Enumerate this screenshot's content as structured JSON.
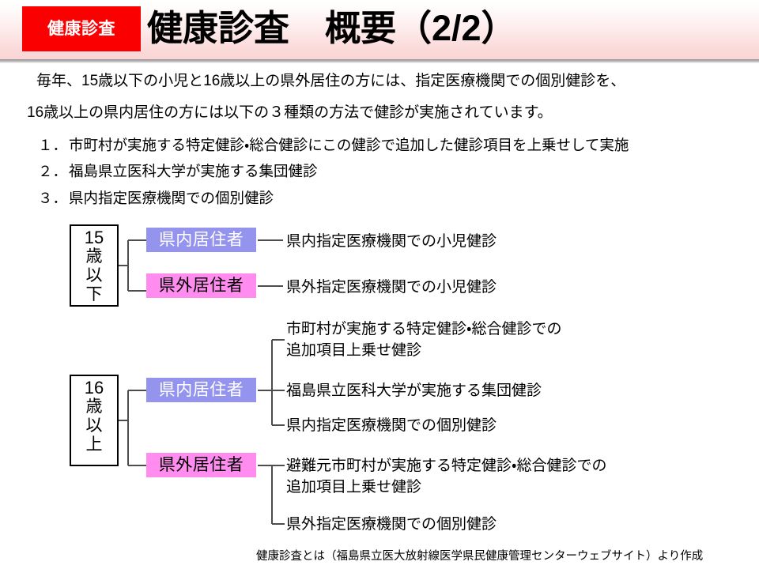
{
  "header": {
    "badge_label": "健康診査",
    "title": "健康診査　概要（2/2）",
    "badge_color": "#fb0000",
    "band_color": "#fad6d6"
  },
  "intro": {
    "line1": "毎年、15歳以下の小児と16歳以上の県外居住の方には、指定医療機関での個別健診を、",
    "line2": "16歳以上の県内居住の方には以下の３種類の方法で健診が実施されています。"
  },
  "methods": [
    {
      "number": "１．",
      "text": "市町村が実施する特定健診・総合健診にこの健診で追加した健診項目を上乗せして実施"
    },
    {
      "number": "２．",
      "text": "福島県立医科大学が実施する集団健診"
    },
    {
      "number": "３．",
      "text": "県内指定医療機関での個別健診"
    }
  ],
  "diagram": {
    "group_under15": {
      "age_number": "15",
      "age_chars": [
        "歳",
        "以",
        "下"
      ],
      "branches": [
        {
          "chip": "県内居住者",
          "chip_color": "#9494ef",
          "text": "県内指定医療機関での小児健診"
        },
        {
          "chip": "県外居住者",
          "chip_color": "#ff8cee",
          "text": "県外指定医療機関での小児健診"
        }
      ]
    },
    "group_over16": {
      "age_number": "16",
      "age_chars": [
        "歳",
        "以",
        "上"
      ],
      "branches": [
        {
          "chip": "県内居住者",
          "chip_color": "#9494ef",
          "items": [
            {
              "line1": "市町村が実施する特定健診・総合健診での",
              "line2": "追加項目上乗せ健診"
            },
            {
              "line1": "福島県立医科大学が実施する集団健診",
              "line2": ""
            },
            {
              "line1": "県内指定医療機関での個別健診",
              "line2": ""
            }
          ]
        },
        {
          "chip": "県外居住者",
          "chip_color": "#ff8cee",
          "items": [
            {
              "line1": "避難元市町村が実施する特定健診・総合健診での",
              "line2": "追加項目上乗せ健診"
            },
            {
              "line1": "県外指定医療機関での個別健診",
              "line2": ""
            }
          ]
        }
      ]
    }
  },
  "footer": {
    "source": "健康診査とは（福島県立医大放射線医学県民健康管理センターウェブサイト）より作成"
  }
}
